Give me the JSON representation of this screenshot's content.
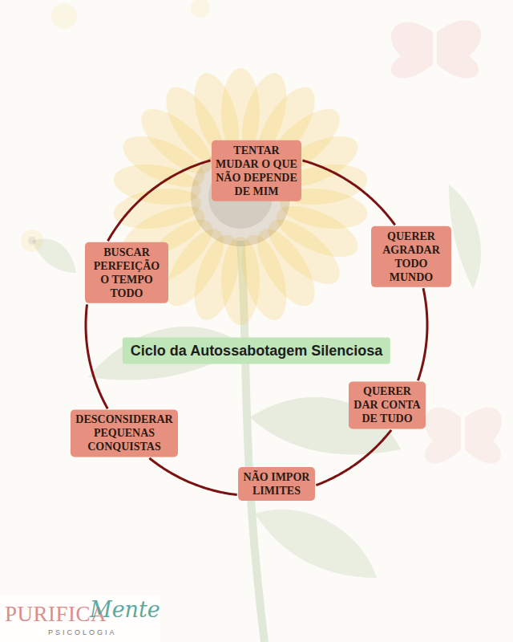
{
  "diagram": {
    "nodes": [
      {
        "text": [
          "TENTAR MUDAR O QUE NÃO DEPENDE DE MIM"
        ]
      },
      {
        "text": [
          "QUERER AGRADAR TODO MUNDO"
        ]
      },
      {
        "text": [
          "QUERER DAR CONTA DE TUDO"
        ]
      },
      {
        "text": [
          "NÃO IMPOR LIMITES"
        ]
      },
      {
        "text": [
          "DESCONSIDERAR PEQUENAS CONQUISTAS"
        ]
      },
      {
        "text": [
          "BUSCAR PERFEIÇÃO O TEMPO TODO"
        ]
      },
      {
        "text": [
          "Ciclo da Autossabotagem Silenciosa"
        ]
      }
    ],
    "edges": [
      {
        "from": 0,
        "to": 1,
        "arrow": "none"
      },
      {
        "from": 1,
        "to": 2,
        "arrow": "none"
      },
      {
        "from": 2,
        "to": 3,
        "arrow": "none"
      },
      {
        "from": 3,
        "to": 4,
        "arrow": "none"
      },
      {
        "from": 4,
        "to": 5,
        "arrow": "none"
      },
      {
        "from": 5,
        "to": 0,
        "arrow": "none"
      }
    ],
    "labels": [
      "PURIFICA",
      "Mente",
      "PSICOLOGIA"
    ]
  }
}
